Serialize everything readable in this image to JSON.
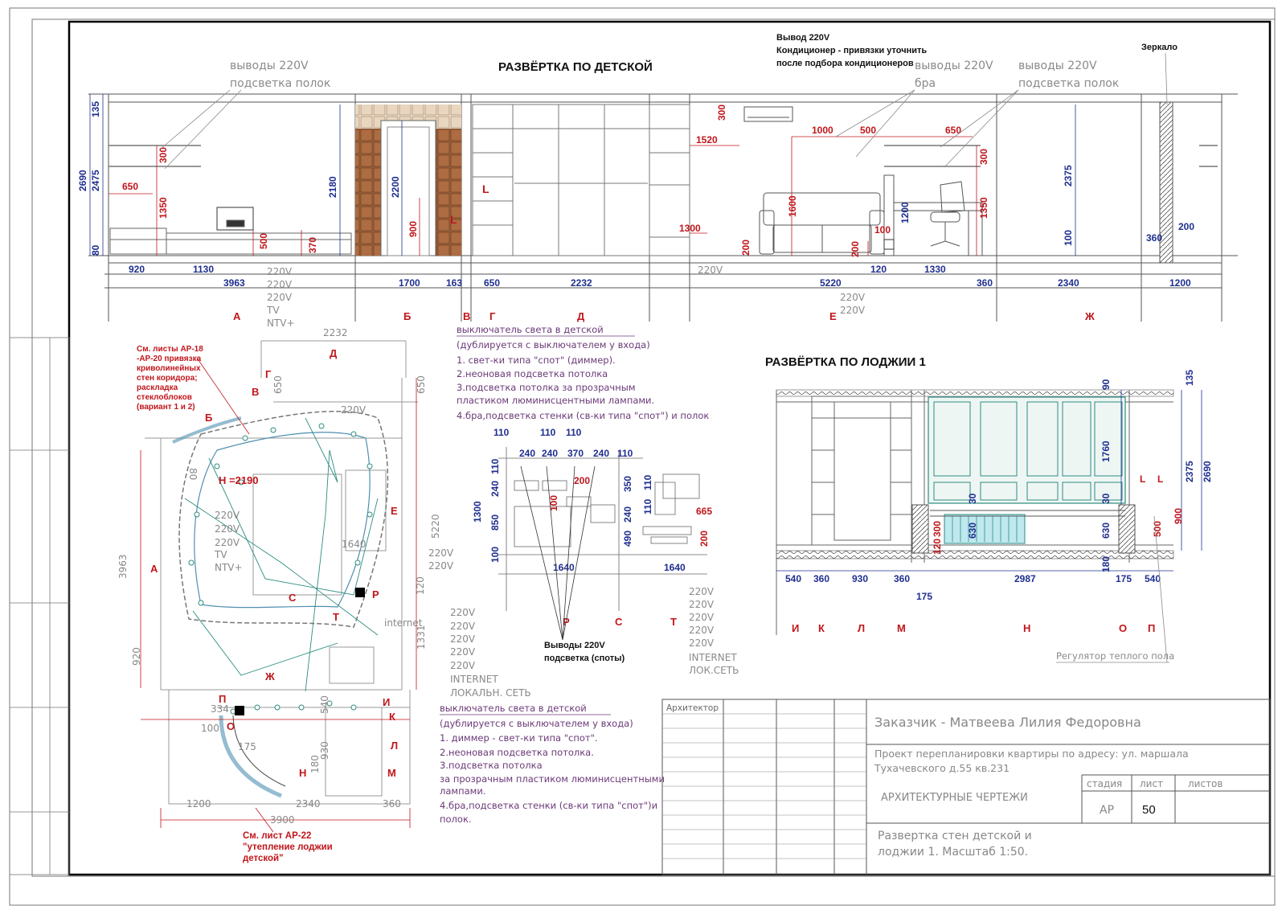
{
  "colors": {
    "dim_blue": "#1f2f8f",
    "dim_red": "#c0161b",
    "sketch_gray": "#8a8a8a",
    "violet": "#6b3a78",
    "brown": "#9a5a2e",
    "teal": "#2c8c80"
  },
  "headings": {
    "child_room": "РАЗВЁРТКА ПО ДЕТСКОЙ",
    "loggia": "РАЗВЁРТКА ПО ЛОДЖИИ 1"
  },
  "top_notes": {
    "outputs_220": "Вывод 220V",
    "conditioner_1": "Кондиционер - привязки уточнить",
    "conditioner_2": "после подбора кондиционеров",
    "mirror": "Зеркало",
    "left_outputs": "выводы 220V",
    "left_shelf": "подсветка полок",
    "mid_outputs": "выводы 220V",
    "mid_bra": "бра",
    "right_outputs": "выводы 220V",
    "right_shelf": "подсветка полок"
  },
  "elev_dims": {
    "v135": "135",
    "v2690": "2690",
    "v2475": "2475",
    "v80": "80",
    "r650": "650",
    "r1350": "1350",
    "r300": "300",
    "r500": "500",
    "r370": "370",
    "v2180": "2180",
    "v2200": "2200",
    "r900": "900",
    "L": "L",
    "r1520": "1520",
    "r300b": "300",
    "r1000": "1000",
    "r500b": "500",
    "r650b": "650",
    "r1300": "1300",
    "r1600": "1600",
    "r200": "200",
    "r200b": "200",
    "r100": "100",
    "v1200": "1200",
    "r1350b": "1350",
    "r300c": "300",
    "v2375": "2375",
    "v100": "100",
    "v360": "360",
    "v200": "200",
    "h920": "920",
    "h1130": "1130",
    "h3963": "3963",
    "h1700": "1700",
    "h163": "163",
    "h650": "650",
    "h2232": "2232",
    "h5220": "5220",
    "h120": "120",
    "h1330": "1330",
    "h360": "360",
    "h2340": "2340",
    "h1200": "1200"
  },
  "elev_sockets": {
    "s1": "220V",
    "s2": "220V",
    "s3": "220V",
    "s4": "TV",
    "s5": "NTV+",
    "s6": "220V",
    "s7": "220V",
    "s8": "220V"
  },
  "elev_letters": {
    "A": "А",
    "B": "Б",
    "V": "В",
    "G": "Г",
    "D": "Д",
    "E": "Е",
    "Zh": "Ж"
  },
  "switch_note_1": {
    "l1": "выключатель света в детской",
    "l2": "(дублируется с выключателем у входа)",
    "l3": "1. свет-ки типа \"спот\" (диммер).",
    "l4": "2.неоновая подсветка потолка",
    "l5": "3.подсветка потолка за прозрачным",
    "l6": "пластиком люминисцентными лампами.",
    "l7": "4.бра,подсветка стенки (св-ки типа \"спот\") и полок"
  },
  "desk": {
    "top": [
      "110",
      "240",
      "240",
      "370",
      "240",
      "110",
      "110",
      "110"
    ],
    "left": [
      "110",
      "240",
      "1300",
      "850",
      "100"
    ],
    "mid": [
      "200",
      "100",
      "350",
      "240",
      "490",
      "110",
      "110",
      "665",
      "200"
    ],
    "bottom": [
      "1640",
      "1640"
    ],
    "letters": [
      "Р",
      "С",
      "Т"
    ],
    "spots_1": "Выводы 220V",
    "spots_2": "подсветка (споты)",
    "sockets": [
      "220V",
      "220V",
      "220V",
      "220V",
      "220V",
      "INTERNET",
      "ЛОК.СЕТЬ"
    ]
  },
  "plan": {
    "ref_1": "См. листы АР-18",
    "ref_2": "-АР-20 привязка",
    "ref_3": "криволинейных",
    "ref_4": "стен коридора;",
    "ref_5": "раскладка",
    "ref_6": "стеклоблоков",
    "ref_7": "(вариант 1 и 2)",
    "d2232": "2232",
    "D": "Д",
    "G": "Г",
    "V": "В",
    "B": "Б",
    "d650": "650",
    "d650b": "650",
    "s220": "220V",
    "d80": "80",
    "H": "H =2190",
    "E": "Е",
    "d5220": "5220",
    "sk": [
      "220V",
      "220V",
      "220V",
      "TV",
      "NTV+"
    ],
    "d1640": "1640",
    "s220b": "220V",
    "s220c": "220V",
    "d120": "120",
    "A": "А",
    "d3963": "3963",
    "C": "С",
    "T": "Т",
    "R": "Р",
    "internet": "internet",
    "d1331": "1331",
    "d920": "920",
    "Zh": "Ж",
    "sk2": [
      "220V",
      "220V",
      "220V",
      "220V",
      "220V",
      "INTERNET",
      "ЛОКАЛЬН. СЕТЬ"
    ],
    "P": "П",
    "d334": "334",
    "d540": "540",
    "I": "И",
    "K": "К",
    "O": "О",
    "d100": "100",
    "d175": "175",
    "d930": "930",
    "L": "Л",
    "N": "Н",
    "d180": "180",
    "M": "М",
    "d1200": "1200",
    "d2340": "2340",
    "d360": "360",
    "d3900": "3900",
    "ref2_1": "См.  лист АР-22",
    "ref2_2": "\"утепление лоджии",
    "ref2_3": "детской\""
  },
  "switch_note_2": {
    "l1": "выключатель света в детской",
    "l2": "(дублируется с выключателем у входа)",
    "l3": "1. диммер - свет-ки типа \"спот\".",
    "l4": "2.неоновая подсветка потолка.",
    "l5": "3.подсветка потолка",
    "l6": "за прозрачным пластиком люминисцентными",
    "l7": "лампами.",
    "l8": "4.бра,подсветка стенки (св-ки типа \"спот\")и",
    "l9": "полок."
  },
  "loggia": {
    "d135": "135",
    "d90": "90",
    "d1760": "1760",
    "d2375": "2375",
    "d2690": "2690",
    "d30": "30",
    "d30b": "30",
    "L1": "L",
    "L2": "L",
    "d900": "900",
    "d500": "500",
    "d630": "630",
    "d630b": "630",
    "d300": "300",
    "d120": "120",
    "d180": "180",
    "bottom": [
      "540",
      "360",
      "930",
      "360",
      "2987",
      "175",
      "540"
    ],
    "d175": "175",
    "letters": [
      "И",
      "К",
      "Л",
      "М",
      "Н",
      "О",
      "П"
    ],
    "floor_reg": "Регулятор теплого пола"
  },
  "title_block": {
    "architect": "Архитектор",
    "customer": "Заказчик -  Матвеева Лилия Федоровна",
    "project_1": "Проект перепланировки квартиры по адресу: ул. маршала",
    "project_2": "Тухачевского д.55 кв.231",
    "stage_h": "стадия",
    "sheet_h": "лист",
    "sheets_h": "листов",
    "section": "АРХИТЕКТУРНЫЕ ЧЕРТЕЖИ",
    "stage": "АР",
    "sheet": "50",
    "desc_1": "Развертка стен детской и",
    "desc_2": "лоджии 1.  Масштаб 1:50."
  }
}
